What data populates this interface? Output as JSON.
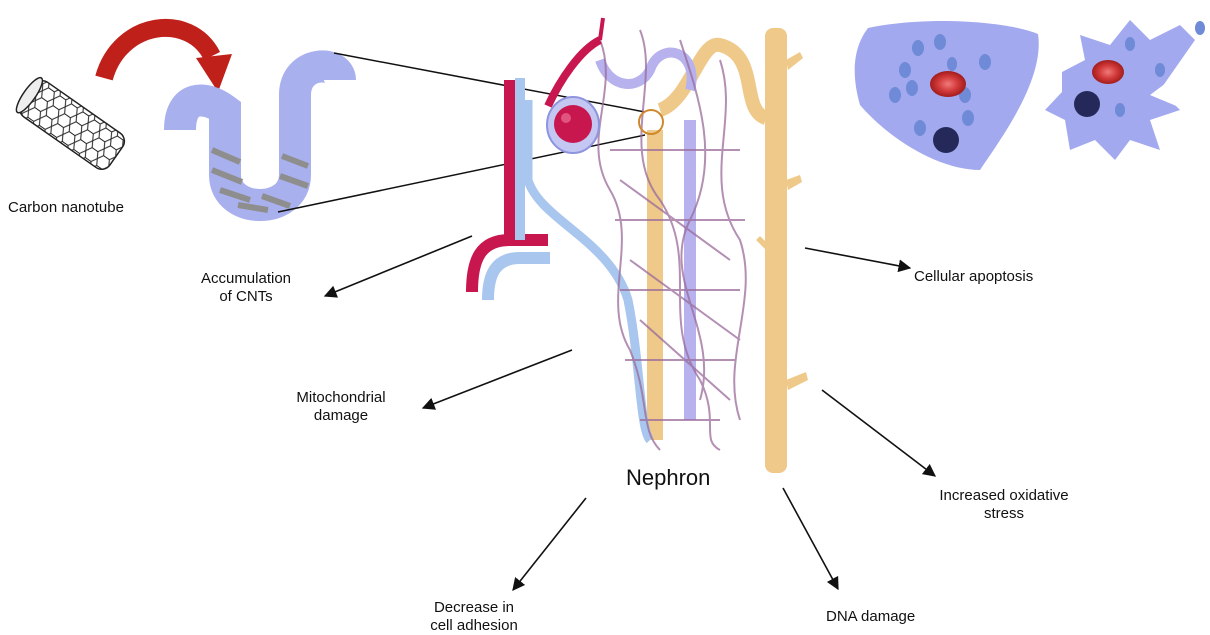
{
  "labels": {
    "carbon_nanotube": "Carbon nanotube",
    "accumulation": [
      "Accumulation",
      "of CNTs"
    ],
    "mitochondrial": [
      "Mitochondrial",
      "damage"
    ],
    "nephron": "Nephron",
    "cellular_apoptosis": "Cellular apoptosis",
    "oxidative": [
      "Increased oxidative",
      "stress"
    ],
    "adhesion": [
      "Decrease in",
      "cell adhesion"
    ],
    "dna": "DNA damage"
  },
  "colors": {
    "arc_arrow": "#c0201a",
    "tubule_lavender": "#a9b0ee",
    "vein_blue": "#a9c6ee",
    "artery_red": "#c8174e",
    "duct_tan": "#efc98a",
    "cell_body": "#a3a9ef",
    "cell_dot": "#6f8ad6",
    "nucleus": "#25295a",
    "rbc": "#d23a3a",
    "arrow": "#111111"
  },
  "icons": [
    "nanotube-icon",
    "curved-arrow-icon",
    "renal-tubule-icon",
    "nephron-illustration",
    "healthy-cell-icon",
    "apoptotic-cell-icon"
  ]
}
